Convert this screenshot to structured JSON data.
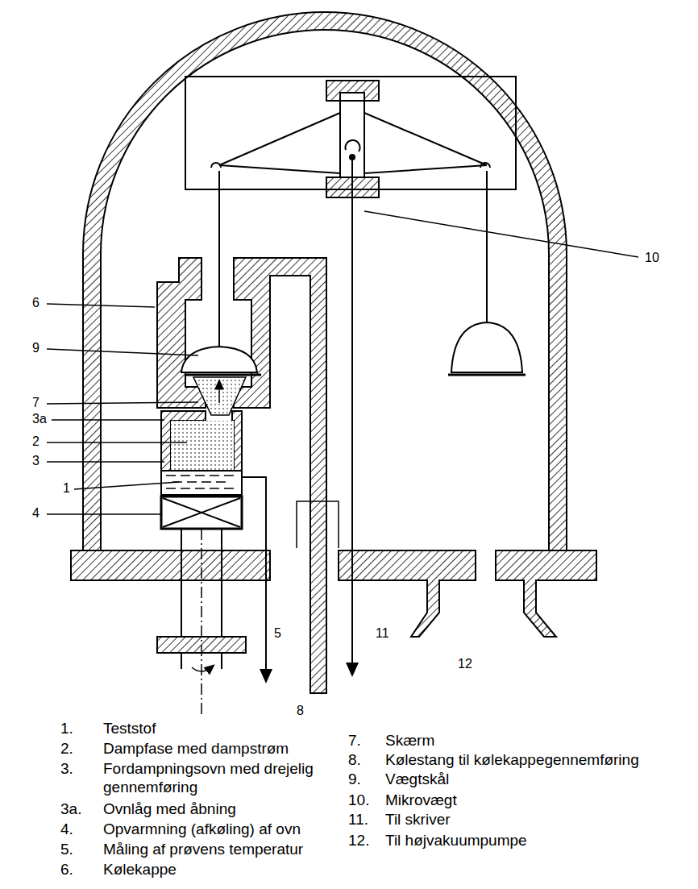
{
  "diagram": {
    "labels": [
      "6",
      "9",
      "7",
      "3a",
      "2",
      "3",
      "1",
      "4",
      "5",
      "8",
      "11",
      "12",
      "10",
      "1.",
      "Teststof",
      "2.",
      "Dampfase med dampstrøm",
      "3.",
      "Fordampningsovn med drejelig gennemføring",
      "3a.",
      "Ovnlåg med åbning",
      "4.",
      "Opvarmning (afkøling) af ovn",
      "5.",
      "Måling af prøvens temperatur",
      "6.",
      "Kølekappe",
      "7.",
      "Skærm",
      "8.",
      "Kølestang til kølekappegennemføring",
      "9.",
      "Vægtskål",
      "10.",
      "Mikrovægt",
      "11.",
      "Til skriver",
      "12.",
      "Til højvakuumpumpe"
    ]
  }
}
